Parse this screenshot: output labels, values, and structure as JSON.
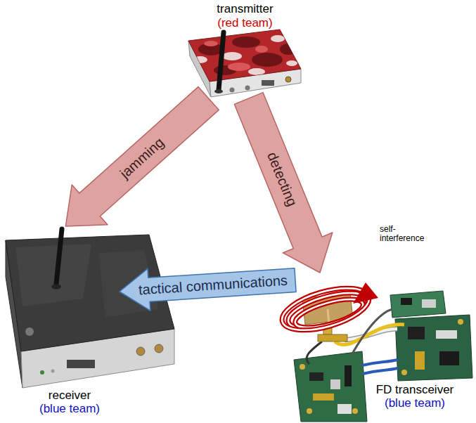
{
  "diagram": {
    "nodes": [
      {
        "text": [
          "transmitter",
          "(red team)"
        ]
      },
      {
        "text": [
          "receiver",
          "(blue team)"
        ]
      },
      {
        "text": [
          "FD transceiver",
          "(blue team)"
        ]
      }
    ],
    "edges": [
      {
        "from": 0,
        "to": 1,
        "arrow": "to",
        "label": "jamming"
      },
      {
        "from": 0,
        "to": 2,
        "arrow": "to",
        "label": "detecting"
      },
      {
        "from": 2,
        "to": 1,
        "arrow": "to",
        "label": "tactical communications"
      }
    ],
    "labels": [
      "self-interference"
    ]
  }
}
